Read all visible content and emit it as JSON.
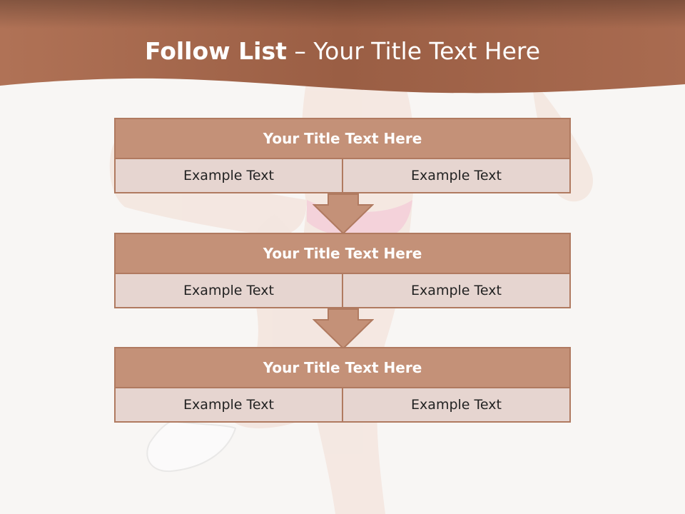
{
  "slide": {
    "title_bold": "Follow List",
    "title_rest": " – Your Title Text Here"
  },
  "steps": [
    {
      "title": "Your Title Text Here",
      "left": "Example Text",
      "right": "Example Text"
    },
    {
      "title": "Your Title Text Here",
      "left": "Example Text",
      "right": "Example Text"
    },
    {
      "title": "Your Title Text Here",
      "left": "Example Text",
      "right": "Example Text"
    }
  ],
  "colors": {
    "header_band": "#a86a4e",
    "box_header": "#c49178",
    "box_cell": "#e6d5d0",
    "border": "#b07a60"
  }
}
